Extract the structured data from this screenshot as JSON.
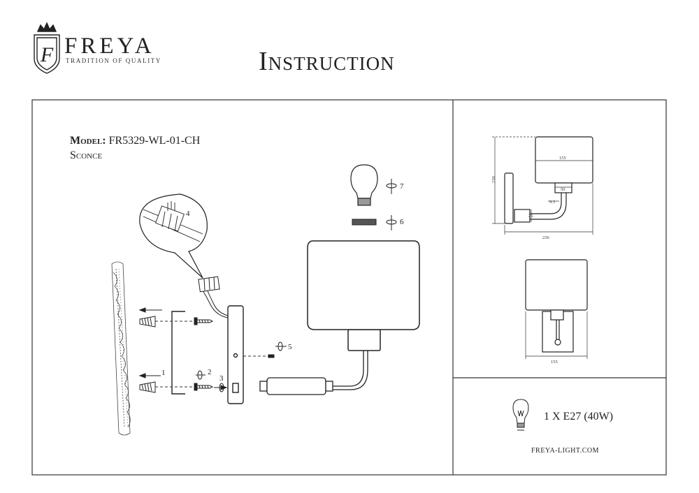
{
  "brand": {
    "name": "FREYA",
    "tagline": "TRADITION OF QUALITY",
    "crest_letter": "F"
  },
  "title": "Instruction",
  "model": {
    "label": "Model:",
    "code": "FR5329-WL-01-CH",
    "type": "Sconce"
  },
  "steps": {
    "s1": "1",
    "s2": "2",
    "s3": "3",
    "s4": "4",
    "s5": "5",
    "s6": "6",
    "s7": "7"
  },
  "dimensions": {
    "height": "230",
    "shade_width": "155",
    "stem_width": "50",
    "arm_diameter": "9.3",
    "backplate": "25",
    "depth": "236",
    "front_width": "155"
  },
  "bulb_spec": "1 X E27 (40W)",
  "website": "FREYA-LIGHT.COM"
}
